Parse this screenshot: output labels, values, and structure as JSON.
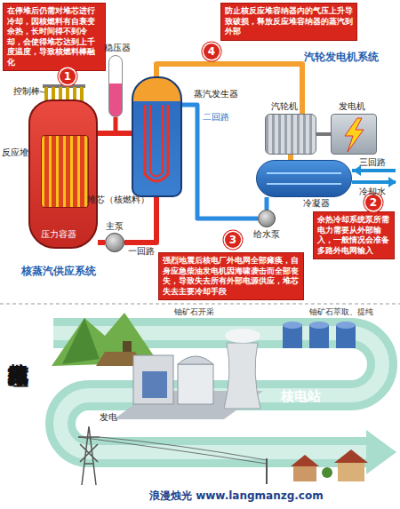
{
  "diagram": {
    "title": "核电站工作原理",
    "nodes": [
      {
        "text": [
          "在停堆后仍需对堆芯进行冷却，因核燃料有自衰变余热，长时间得不到冷却，会使得堆芯达到上千度温度，导致核燃料棒融化"
        ]
      },
      {
        "text": [
          "防止核反应堆容纳器内的气压上升导致破损，释放反应堆容纳器的蒸汽到外部"
        ]
      },
      {
        "text": [
          "余热冷却系统泵所需电力需要从外部输入，一般情况会准备多路外电网输入"
        ]
      },
      {
        "text": [
          "强烈地震后核电厂外电网全部瘫痪，自身应急柴油发电机因海啸袭击而全部丧失，导致失去所有外部电源供应，堆芯失去主要冷却手段"
        ]
      },
      {
        "text": [
          "反应堆",
          "压力容器"
        ]
      },
      {
        "text": [
          "堆芯（核燃料）"
        ],
        "in": 4
      },
      {
        "text": [
          "稳压器"
        ]
      },
      {
        "text": [
          "蒸汽发生器"
        ]
      },
      {
        "text": [
          "汽轮机"
        ]
      },
      {
        "text": [
          "发电机"
        ]
      },
      {
        "text": [
          "冷凝器"
        ]
      },
      {
        "text": [
          "给水泵"
        ]
      },
      {
        "text": [
          "主泵"
        ]
      }
    ],
    "edges": [
      {
        "from": 4,
        "to": 7,
        "arrow": "none"
      },
      {
        "from": 7,
        "to": 12,
        "label": "一回路",
        "arrow": "none"
      },
      {
        "from": 12,
        "to": 4,
        "arrow": "none"
      },
      {
        "from": 6,
        "to": 7,
        "arrow": "none"
      },
      {
        "from": 7,
        "to": 8,
        "arrow": "none"
      },
      {
        "from": 8,
        "to": 9,
        "arrow": "none"
      },
      {
        "from": 8,
        "to": 10,
        "arrow": "none"
      },
      {
        "from": 10,
        "to": 11,
        "arrow": "none"
      },
      {
        "from": 11,
        "to": 7,
        "label": "二回路",
        "arrow": "none"
      }
    ],
    "labels": [
      "1",
      "4",
      "2",
      "3",
      "汽轮发电机系统",
      "控制棒",
      "三回路",
      "冷却水",
      "核蒸汽供应系统",
      "铀矿石开采",
      "铀矿石萃取、提纯",
      "核电站",
      "发电",
      "浪漫烛光 www.langmanzg.com"
    ]
  }
}
